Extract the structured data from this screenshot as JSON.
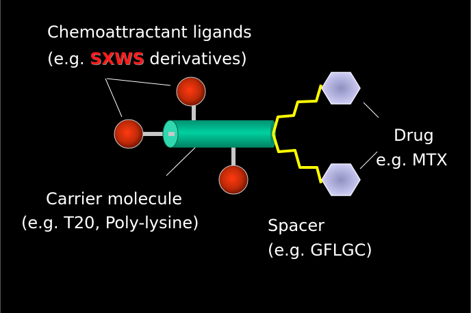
{
  "ligands": {
    "title": "Chemoattractant ligands",
    "example_prefix": "(e.g. ",
    "example_highlight": "SXWS",
    "example_suffix": " derivatives)"
  },
  "carrier": {
    "title": "Carrier molecule",
    "example": "(e.g. T20, Poly-lysine)"
  },
  "spacer": {
    "title": "Spacer",
    "example": "(e.g. GFLGC)"
  },
  "drug": {
    "title": "Drug",
    "example": "e.g. MTX"
  },
  "colors": {
    "ligand": "#c83010",
    "carrier": "#00c896",
    "spacer": "#ffff00",
    "drug": "#c8c8f0",
    "highlight": "#ff1a1a"
  }
}
